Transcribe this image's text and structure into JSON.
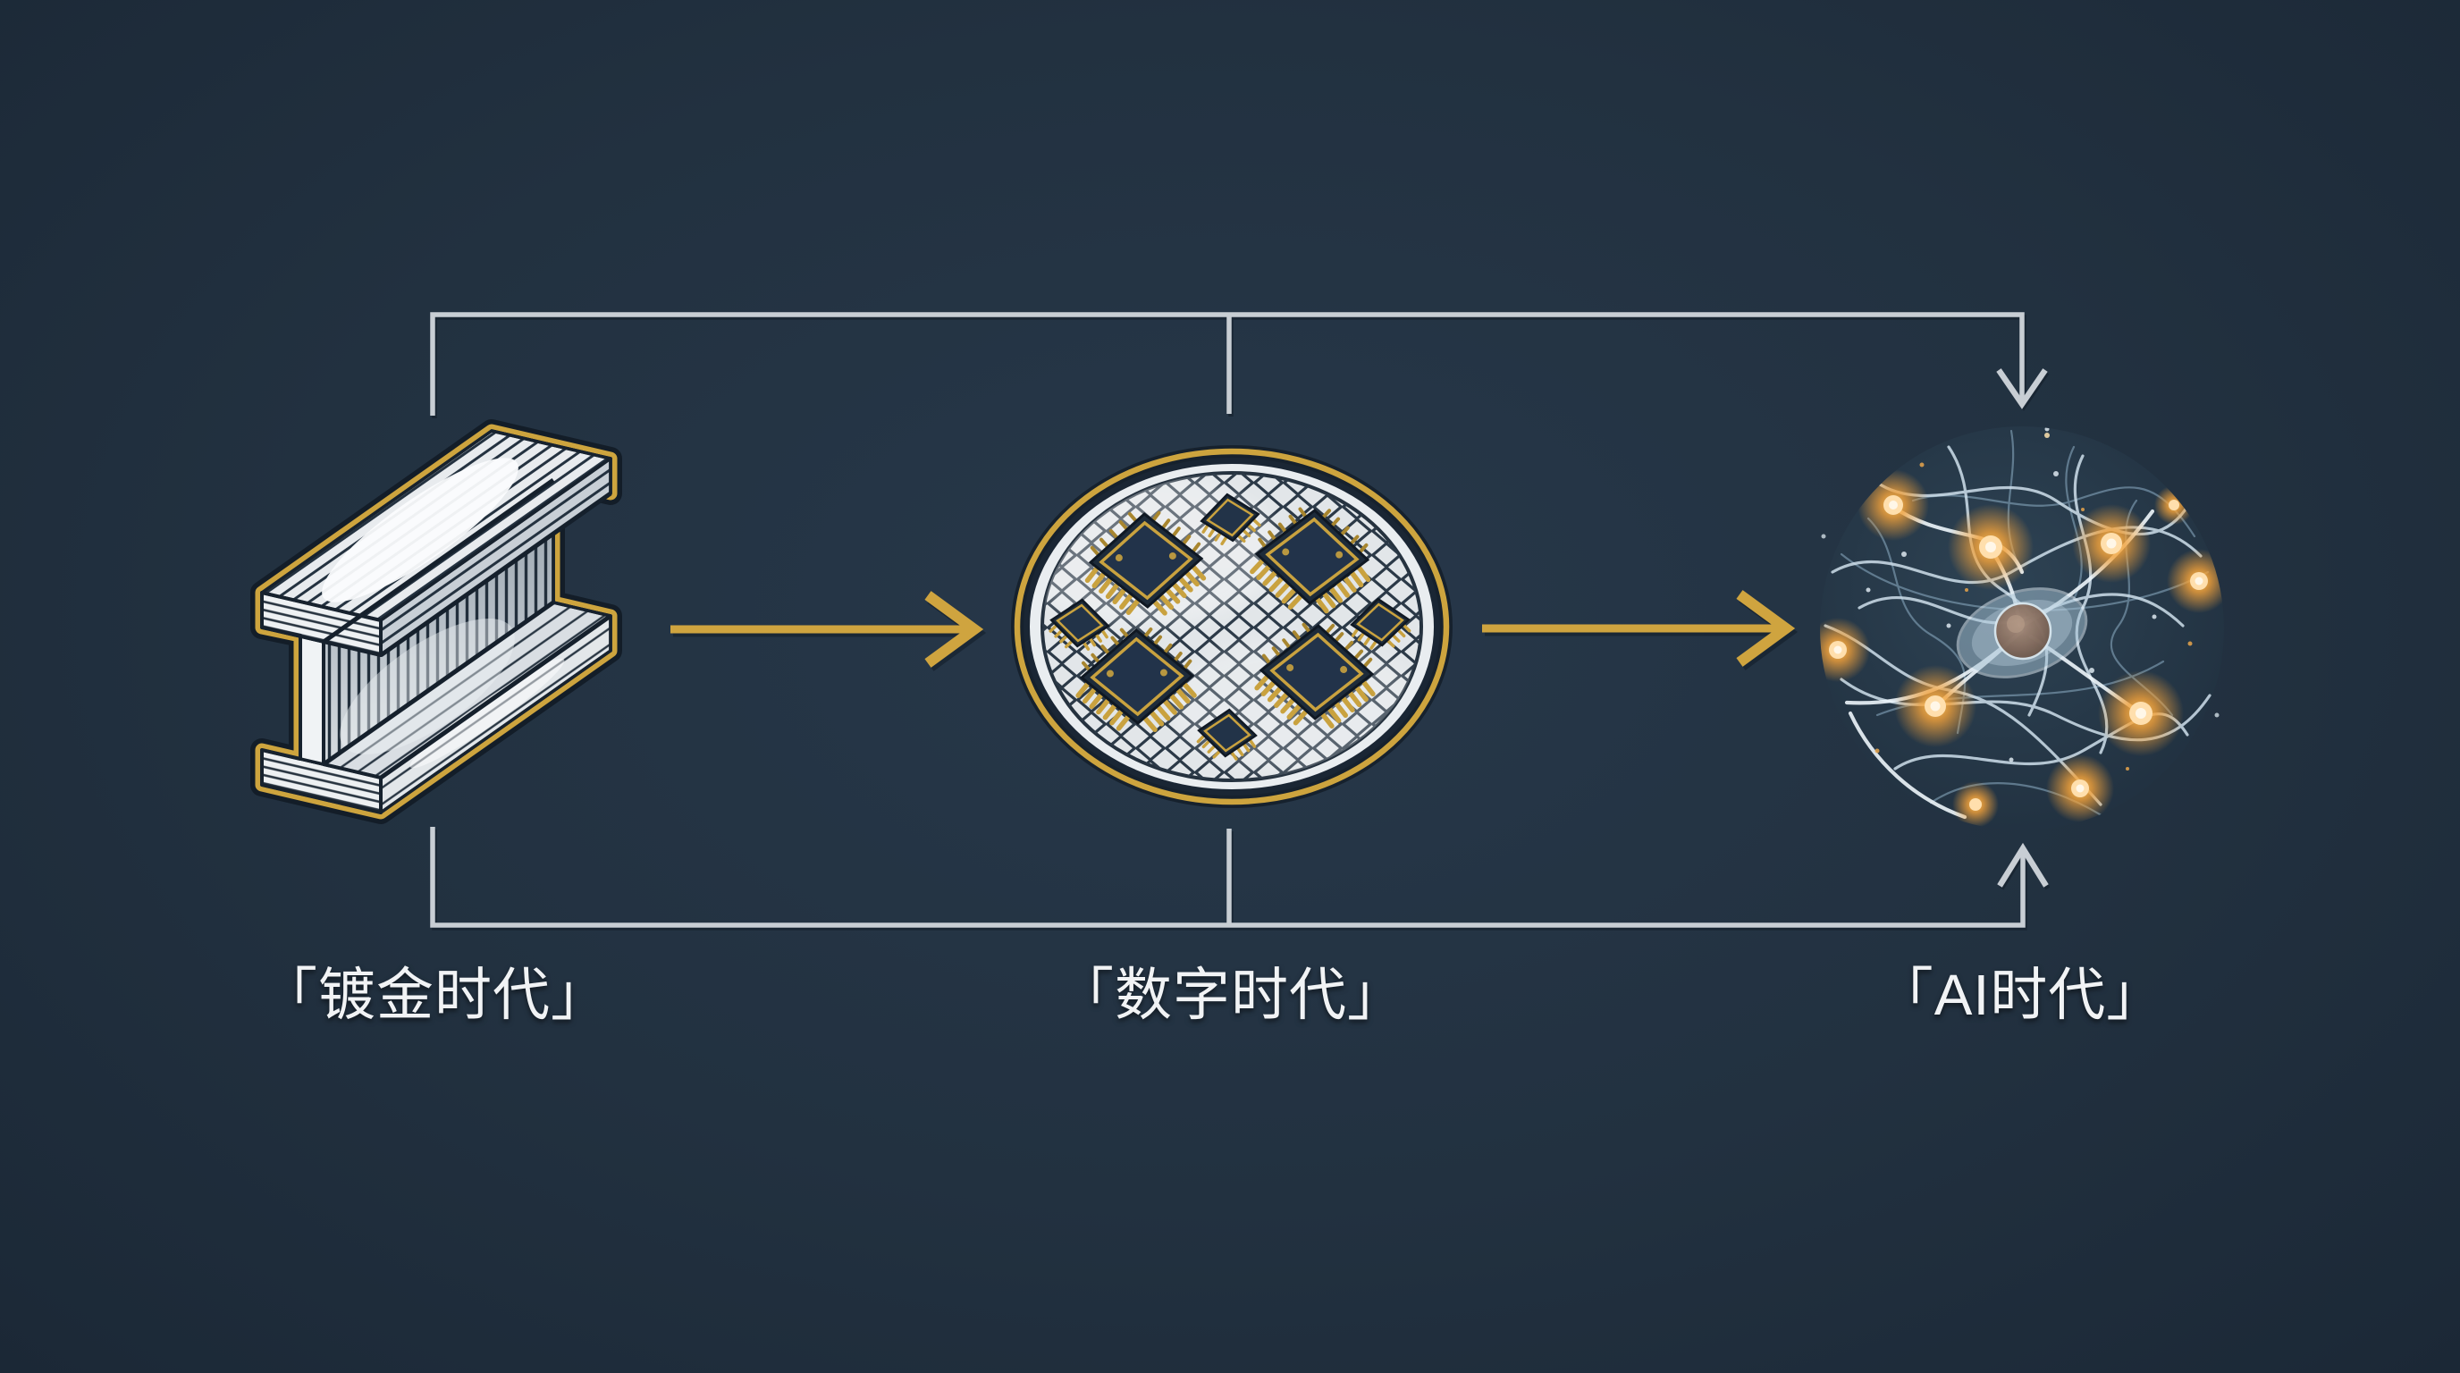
{
  "stages": [
    {
      "id": "gilded-age",
      "label": "「镀金时代」",
      "icon": "steel-ibeam-icon"
    },
    {
      "id": "digital-age",
      "label": "「数字时代」",
      "icon": "silicon-wafer-chips-icon"
    },
    {
      "id": "ai-age",
      "label": "「AI时代」",
      "icon": "neural-network-sphere-icon"
    }
  ],
  "colors": {
    "background": "#22313f",
    "accent_gold": "#cfa43f",
    "connector_gray": "#c8ced4",
    "label_text": "#f1f3f5",
    "illustration_silver": "#e6eaed",
    "illustration_navy": "#1c2a38",
    "glow_orange": "#f5a33a"
  }
}
